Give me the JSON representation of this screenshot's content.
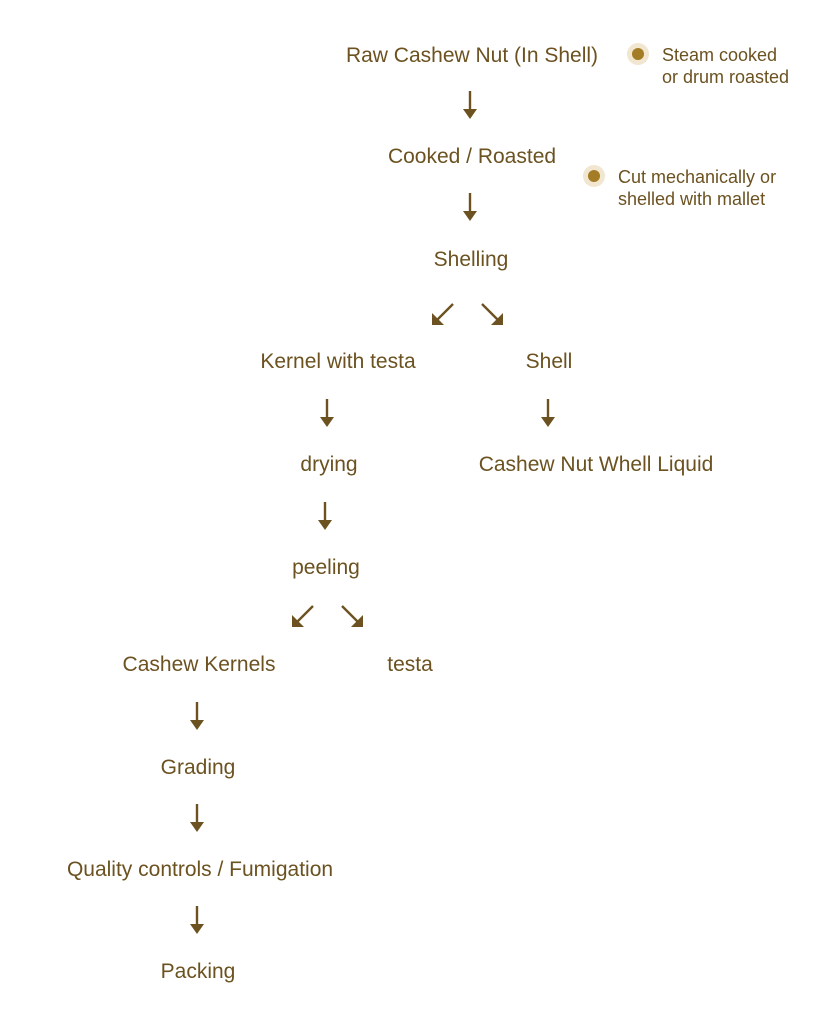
{
  "steps": {
    "raw": "Raw Cashew Nut (In Shell)",
    "cooked": "Cooked / Roasted",
    "shelling": "Shelling",
    "kernel_with_testa": "Kernel with testa",
    "shell": "Shell",
    "drying": "drying",
    "cnsl": "Cashew Nut Whell Liquid",
    "peeling": "peeling",
    "cashew_kernels": "Cashew Kernels",
    "testa": "testa",
    "grading": "Grading",
    "quality": "Quality controls / Fumigation",
    "packing": "Packing"
  },
  "notes": {
    "roast": [
      "Steam cooked",
      "or drum roasted"
    ],
    "shell": [
      "Cut mechanically or",
      "shelled with mallet"
    ]
  },
  "colors": {
    "text": "#6b5220",
    "dot": "#a37c25",
    "dot_halo": "#f1e6cf"
  }
}
